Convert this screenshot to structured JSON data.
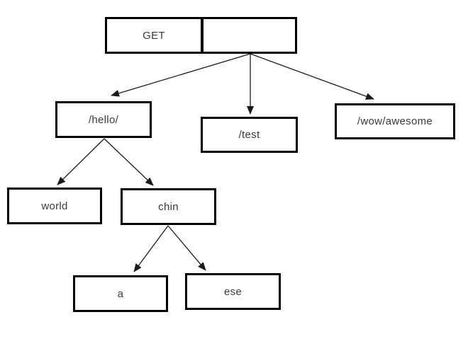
{
  "diagram": {
    "colors": {
      "background": "#ffffff",
      "box_border": "#000000",
      "text": "#3b3b3b",
      "arrow": "#1a1a1a"
    },
    "nodes": {
      "root": {
        "method_label": "GET",
        "path_label": ""
      },
      "hello": {
        "label": "/hello/"
      },
      "test": {
        "label": "/test"
      },
      "wow_awesome": {
        "label": "/wow/awesome"
      },
      "world": {
        "label": "world"
      },
      "chin": {
        "label": "chin"
      },
      "a": {
        "label": "a"
      },
      "ese": {
        "label": "ese"
      }
    },
    "edges": [
      {
        "from": "root",
        "to": "hello"
      },
      {
        "from": "root",
        "to": "test"
      },
      {
        "from": "root",
        "to": "wow_awesome"
      },
      {
        "from": "hello",
        "to": "world"
      },
      {
        "from": "hello",
        "to": "chin"
      },
      {
        "from": "chin",
        "to": "a"
      },
      {
        "from": "chin",
        "to": "ese"
      }
    ]
  }
}
